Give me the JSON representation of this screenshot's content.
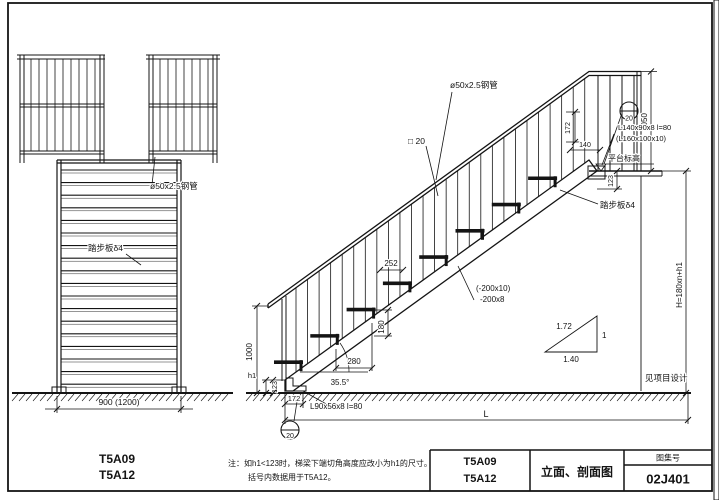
{
  "sheet": {
    "model_line_1": "T5A09",
    "model_line_2": "T5A12",
    "drawing_title": "立面、剖面图",
    "atlas_label": "图集号",
    "atlas_no": "02J401"
  },
  "footer": {
    "model_line_1": "T5A09",
    "model_line_2": "T5A12",
    "note_line_1": "注：如h1<123时，梯梁下端切角高度应改小为h1的尺寸。",
    "note_line_2": "括号内数据用于T5A12。"
  },
  "front_view": {
    "pipe_label": "ø50x2.5钢管",
    "tread_label": "踏步板δ4",
    "width_dim": "900 (1200)"
  },
  "section_view": {
    "pipe_label": "ø50x2.5钢管",
    "square_bar_label": "□ 20",
    "spacing_dim": "252",
    "stringer_label_line1": "(-200x10)",
    "stringer_label_line2": "-200x8",
    "tread_label": "踏步板δ4",
    "run_dim": "280",
    "rise_dim": "180",
    "angle_dim": "35.5°",
    "height_dim": "1000",
    "h1_label": "h1",
    "cut_dim_bottom": "123",
    "offset_dim_bottom": "172",
    "base_angle_label": "L90x56x8  l=80",
    "total_length_label": "L",
    "detail_ref_bottom": "20",
    "rail_height_dim": "1050",
    "detail_ref_top": "20",
    "offset_dim_top": "172",
    "width_dim_top": "140",
    "platform_angle_label_line1": "L140x90x8  l=80",
    "platform_angle_label_line2": "(L160x100x10)",
    "platform_level_label": "平台标高",
    "cut_dim_top": "123",
    "total_height_label": "H=180xn+h1",
    "project_note": "见项目设计",
    "slope_hypotenuse": "1.72",
    "slope_vertical": "1",
    "slope_horizontal": "1.40"
  }
}
